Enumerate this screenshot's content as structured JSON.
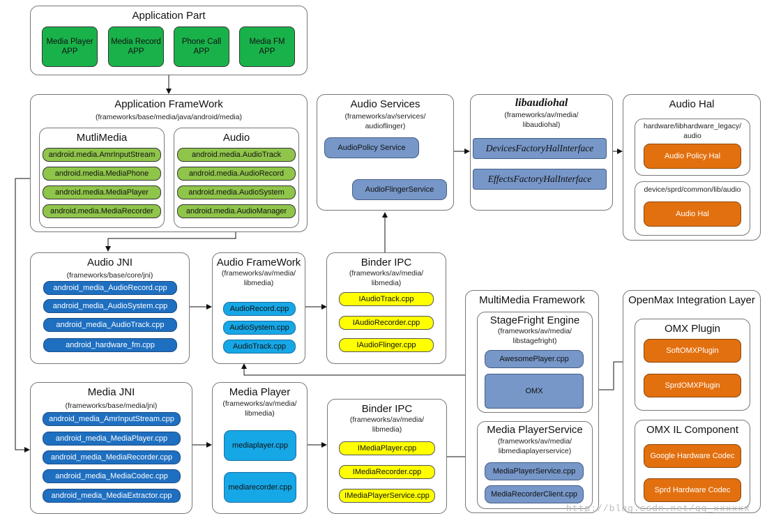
{
  "application_part": {
    "title": "Application Part",
    "apps": [
      "Media Player\nAPP",
      "Media Record\nAPP",
      "Phone Call\nAPP",
      "Media FM\nAPP"
    ]
  },
  "application_framework": {
    "title": "Application FrameWork",
    "path": "(frameworks/base/media/java/android/media)",
    "multimedia": {
      "title": "MutliMedia",
      "items": [
        "android.media.AmrInputStream",
        "android.media.MediaPhone",
        "android.media.MediaPlayer",
        "android.media.MediaRecorder"
      ]
    },
    "audio": {
      "title": "Audio",
      "items": [
        "android.media.AudioTrack",
        "android.media.AudioRecord",
        "android.media.AudioSystem",
        "android.media.AudioManager"
      ]
    }
  },
  "audio_services": {
    "title": "Audio Services",
    "path": "(frameworks/av/services/\naudioflinger)",
    "items": [
      "AudioPolicy Service",
      "AudioFlingerService"
    ]
  },
  "libaudiohal": {
    "title": "libaudiohal",
    "path": "(frameworks/av/media/\nlibaudiohal)",
    "items": [
      "DevicesFactoryHalInterface",
      "EffectsFactoryHalInterface"
    ]
  },
  "audio_hal": {
    "title": "Audio Hal",
    "legacy": {
      "path": "hardware/libhardware_legacy/\naudio",
      "item": "Audio Policy Hal"
    },
    "device": {
      "path": "device/sprd/common/lib/audio",
      "item": "Audio Hal"
    }
  },
  "audio_jni": {
    "title": "Audio JNI",
    "path": "(frameworks/base/core/jni)",
    "items": [
      "android_media_AudioRecord.cpp",
      "android_media_AudioSystem.cpp",
      "android_media_AudioTrack.cpp",
      "android_hardware_fm.cpp"
    ]
  },
  "audio_framework": {
    "title": "Audio FrameWork",
    "path": "(frameworks/av/media/\nlibmedia)",
    "items": [
      "AudioRecord.cpp",
      "AudioSystem.cpp",
      "AudioTrack.cpp"
    ]
  },
  "binder_ipc_audio": {
    "title": "Binder IPC",
    "path": "(frameworks/av/media/\nlibmedia)",
    "items": [
      "IAudioTrack.cpp",
      "IAudioRecorder.cpp",
      "IAudioFlinger.cpp"
    ]
  },
  "multimedia_framework": {
    "title": "MultiMedia Framework",
    "stagefright": {
      "title": "StageFright Engine",
      "path": "(frameworks/av/media/\nlibstagefright)",
      "items": [
        "AwesomePlayer.cpp",
        "OMX"
      ]
    },
    "media_player_service": {
      "title": "Media PlayerService",
      "path": "(frameworks/av/media/\nlibmediaplayerservice)",
      "items": [
        "MediaPlayerService.cpp",
        "MediaRecorderClient.cpp"
      ]
    }
  },
  "openmax": {
    "title": "OpenMax Integration Layer",
    "omx_plugin": {
      "title": "OMX Plugin",
      "items": [
        "SoftOMXPlugin",
        "SprdOMXPlugin"
      ]
    },
    "omx_il": {
      "title": "OMX IL Component",
      "items": [
        "Google Hardware Codec",
        "Sprd Hardware Codec"
      ]
    }
  },
  "media_jni": {
    "title": "Media JNI",
    "path": "(frameworks/base/media/jni)",
    "items": [
      "android_media_AmrInputStream.cpp",
      "android_media_MediaPlayer.cpp",
      "android_media_MediaRecorder.cpp",
      "android_media_MediaCodec.cpp",
      "android_media_MediaExtractor.cpp"
    ]
  },
  "media_player": {
    "title": "Media Player",
    "path": "(frameworks/av/media/\nlibmedia)",
    "items": [
      "mediaplayer.cpp",
      "mediarecorder.cpp"
    ]
  },
  "binder_ipc_media": {
    "title": "Binder IPC",
    "path": "(frameworks/av/media/\nlibmedia)",
    "items": [
      "IMediaPlayer.cpp",
      "IMediaRecorder.cpp",
      "IMediaPlayerService.cpp"
    ]
  },
  "watermark": "http://blog.csdn.net/qq_xxxxxx",
  "colors": {
    "app_green": "#19b24a",
    "light_green": "#8fc54a",
    "dark_blue": "#1e6fc0",
    "light_blue": "#16a7e6",
    "yellow": "#ffff00",
    "steel_blue": "#7797c8",
    "orange": "#e3700f"
  }
}
